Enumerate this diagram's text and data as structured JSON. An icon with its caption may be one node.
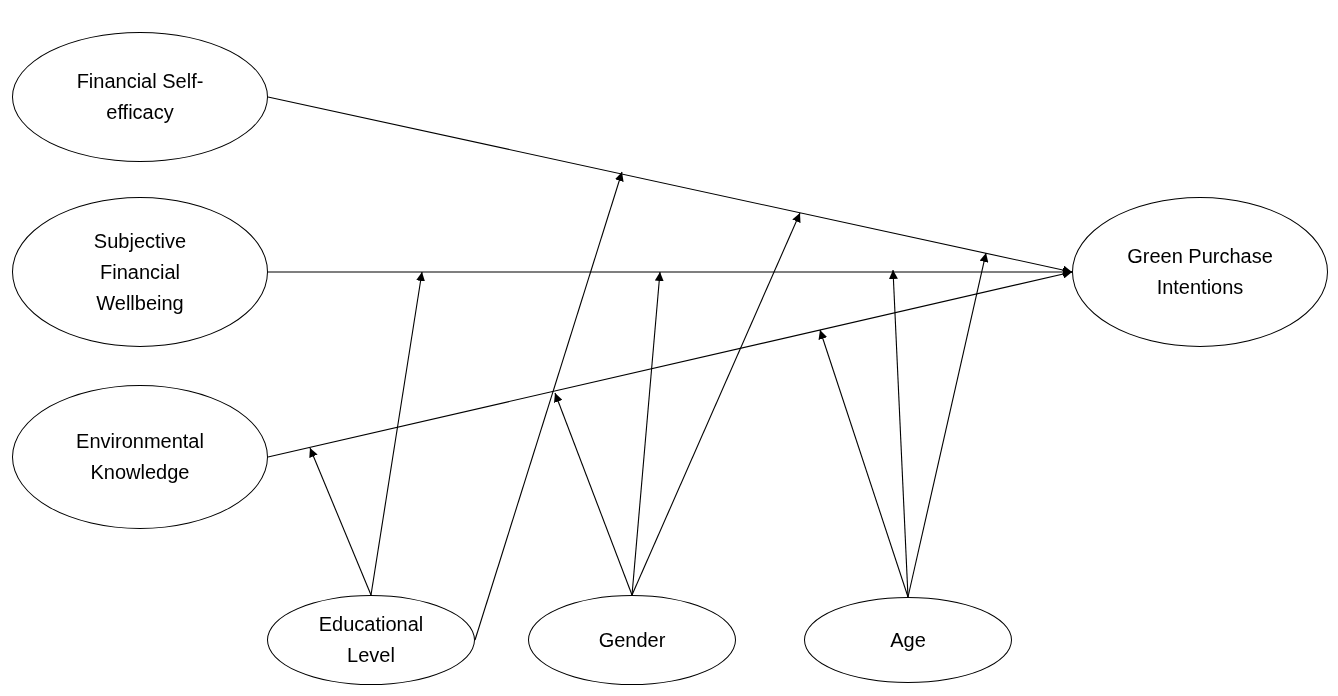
{
  "diagram": {
    "nodes": [
      {
        "text": [
          "Financial Self-efficacy"
        ]
      },
      {
        "text": [
          "Subjective Financial Wellbeing"
        ]
      },
      {
        "text": [
          "Environmental Knowledge"
        ]
      },
      {
        "text": [
          "Green Purchase Intentions"
        ]
      },
      {
        "text": [
          "Educational Level"
        ]
      },
      {
        "text": [
          "Gender"
        ]
      },
      {
        "text": [
          "Age"
        ]
      }
    ],
    "edges": [
      {
        "from": 0,
        "to": 3,
        "arrow": "to"
      },
      {
        "from": 1,
        "to": 3,
        "arrow": "to"
      },
      {
        "from": 2,
        "to": 3,
        "arrow": "to"
      },
      {
        "from": 4,
        "to": null,
        "arrow": "to"
      },
      {
        "from": 4,
        "to": null,
        "arrow": "to"
      },
      {
        "from": 4,
        "to": null,
        "arrow": "to"
      },
      {
        "from": 5,
        "to": null,
        "arrow": "to"
      },
      {
        "from": 5,
        "to": null,
        "arrow": "to"
      },
      {
        "from": 5,
        "to": null,
        "arrow": "to"
      },
      {
        "from": 6,
        "to": null,
        "arrow": "to"
      },
      {
        "from": 6,
        "to": null,
        "arrow": "to"
      },
      {
        "from": 6,
        "to": null,
        "arrow": "to"
      }
    ]
  }
}
